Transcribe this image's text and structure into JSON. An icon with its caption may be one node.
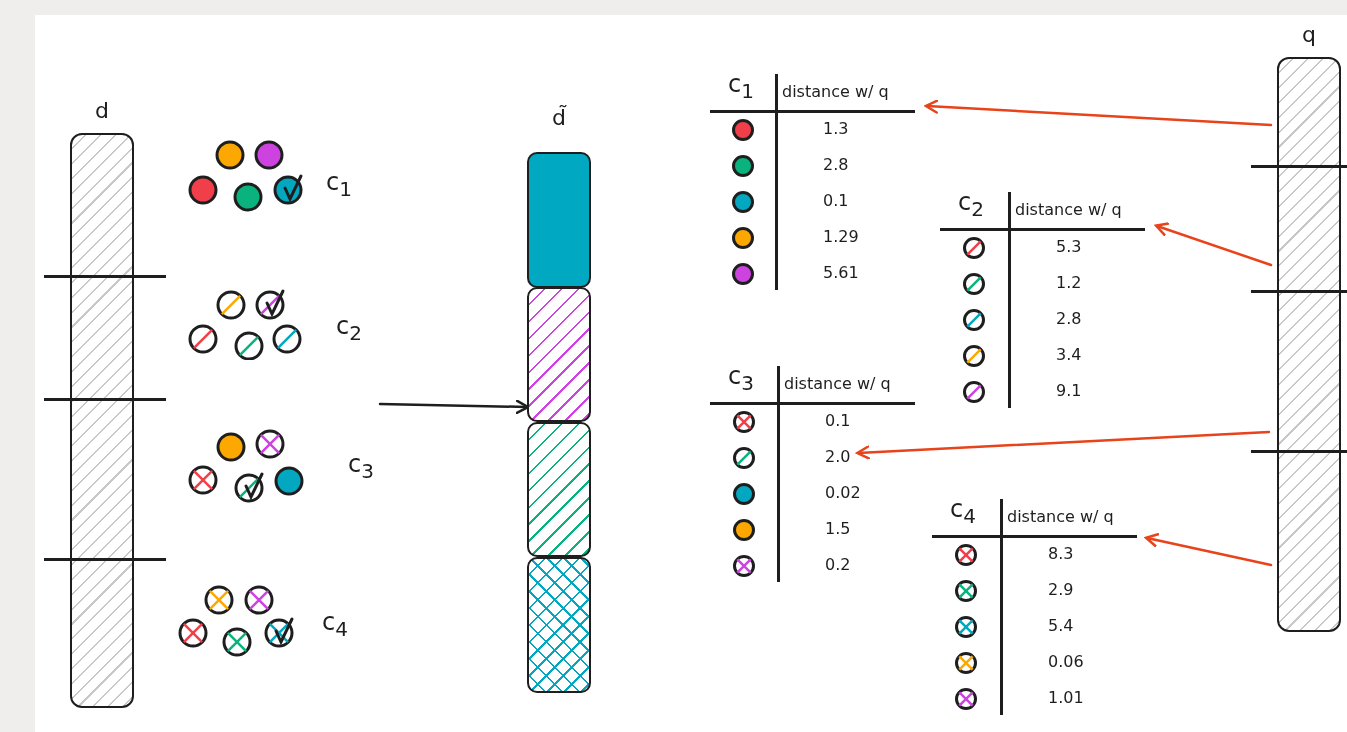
{
  "diagram": {
    "nodes": [
      {
        "text": [
          "d"
        ]
      },
      {
        "text": [
          "d̃"
        ]
      },
      {
        "text": [],
        "shape": "box",
        "in": 1
      },
      {
        "text": [],
        "shape": "box",
        "in": 1
      },
      {
        "text": [],
        "shape": "box",
        "in": 1
      },
      {
        "text": [],
        "shape": "box",
        "in": 1
      },
      {
        "text": [
          "c$_{1}$",
          "distance w/ q",
          "1.3",
          "2.8",
          "0.1",
          "1.29",
          "5.61"
        ]
      },
      {
        "text": [
          "c$_{2}$",
          "distance w/ q",
          "5.3",
          "1.2",
          "2.8",
          "3.4",
          "9.1"
        ]
      },
      {
        "text": [
          "c$_{3}$",
          "distance w/ q",
          "0.1",
          "0.02",
          "1.5",
          "0.2"
        ]
      },
      {
        "text": [
          "2.0"
        ],
        "in": 8
      },
      {
        "text": [
          "c$_{4}$",
          "distance w/ q",
          "8.3",
          "2.9",
          "5.4",
          "0.06",
          "1.01"
        ]
      },
      {
        "text": [
          "q"
        ]
      }
    ],
    "edges": [
      {
        "from": null,
        "to": 3,
        "arrow": "to",
        "color": "#1e1e1e"
      },
      {
        "from": 11,
        "to": 6,
        "arrow": "to"
      },
      {
        "from": 11,
        "to": 7,
        "arrow": "to"
      },
      {
        "from": 11,
        "to": 9,
        "arrow": "to"
      },
      {
        "from": 11,
        "to": 10,
        "arrow": "to"
      }
    ],
    "labels": [
      "c$_{1}$",
      "c$_{2}$",
      "c$_{3}$",
      "c$_{4}$"
    ]
  }
}
